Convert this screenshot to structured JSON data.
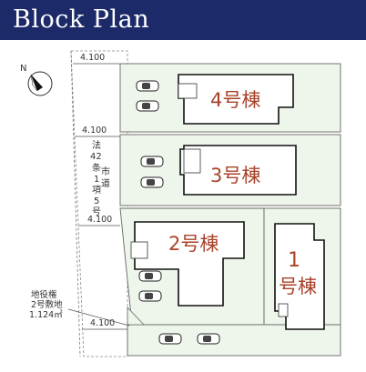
{
  "title": "Block Plan",
  "compass": {
    "letter": "N"
  },
  "road_widths": [
    "4.100",
    "4.100",
    "4.100",
    "4.100"
  ],
  "road_note": [
    "法",
    "42",
    "条",
    "1",
    "項",
    "5",
    "号"
  ],
  "road_name": [
    "市",
    "道"
  ],
  "easement_note": [
    "地役権",
    "2号敷地",
    "1.124㎡"
  ],
  "lots": {
    "lot4": "4号棟",
    "lot3": "3号棟",
    "lot2": "2号棟",
    "lot1": [
      "1",
      "号棟"
    ]
  },
  "colors": {
    "header": "#1c2a6a",
    "lot_fill": "#eef5ea",
    "road_fill": "#ffffff",
    "building_stroke": "#111111",
    "lot_label": "#a8432b"
  }
}
